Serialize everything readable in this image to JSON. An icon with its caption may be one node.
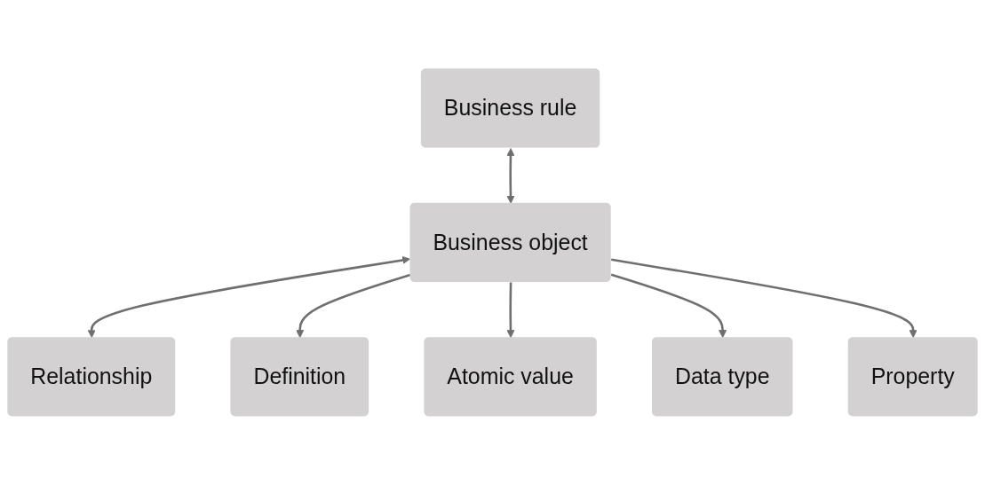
{
  "diagram": {
    "nodes": [
      {
        "text": [
          "Relationship"
        ]
      },
      {
        "text": [
          "Business rule"
        ]
      },
      {
        "text": [
          "Business object"
        ]
      },
      {
        "text": [
          "Definition"
        ]
      },
      {
        "text": [
          "Atomic value"
        ]
      },
      {
        "text": [
          "Data type"
        ]
      },
      {
        "text": [
          "Property"
        ]
      }
    ],
    "edges": [
      {
        "from": 2,
        "to": 0,
        "arrow": "both"
      },
      {
        "from": 1,
        "to": 2,
        "arrow": "both"
      },
      {
        "from": 2,
        "to": 3,
        "arrow": "to"
      },
      {
        "from": 2,
        "to": 4,
        "arrow": "to"
      },
      {
        "from": 2,
        "to": 5,
        "arrow": "to"
      },
      {
        "from": 2,
        "to": 6,
        "arrow": "to"
      }
    ]
  }
}
